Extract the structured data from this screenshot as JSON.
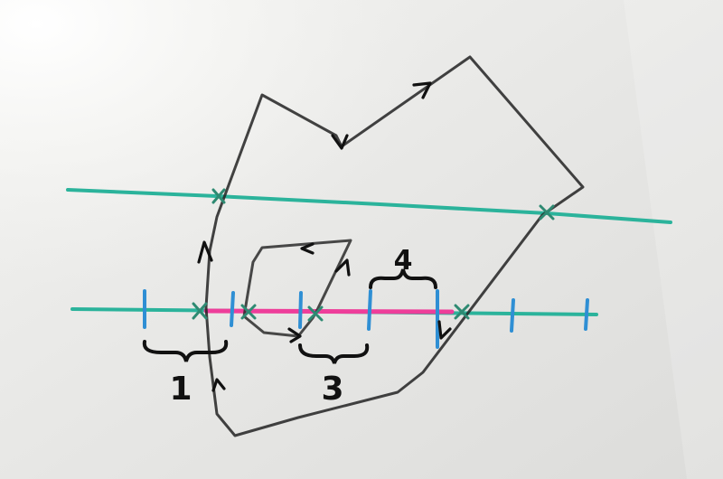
{
  "labels": {
    "group_1": "1",
    "group_3": "3",
    "group_4": "4"
  },
  "colors": {
    "board": "#ebebe9",
    "teal_line": "#2bb39b",
    "blue_tick": "#2f8fd4",
    "magenta_segment": "#ee3e9a",
    "black_marker": "#1c1c1c",
    "intersection_mark": "#2e8a72"
  }
}
